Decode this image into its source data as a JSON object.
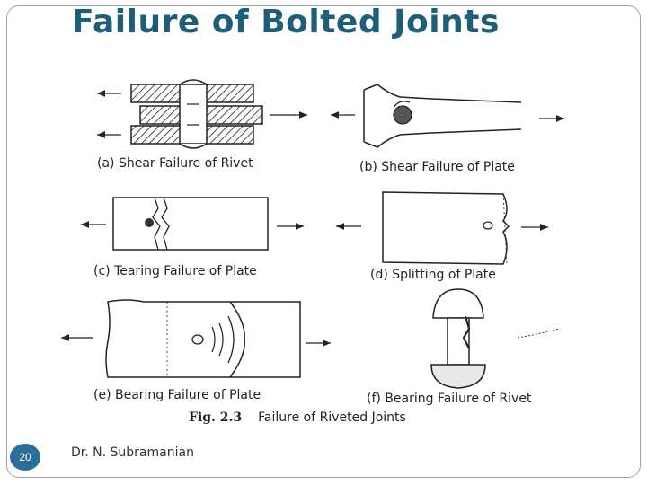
{
  "slide": {
    "title": "Failure of Bolted Joints",
    "page_number": "20",
    "author": "Dr. N. Subramanian",
    "accent_color": "#1d5f7a",
    "badge_color": "#2b6f99"
  },
  "figure": {
    "captions": {
      "a": "(a) Shear Failure of Rivet",
      "b": "(b) Shear Failure of Plate",
      "c": "(c) Tearing Failure of Plate",
      "d": "(d) Splitting of Plate",
      "e": "(e) Bearing Failure of Plate",
      "f": "(f) Bearing Failure of Rivet"
    },
    "fig_number": "Fig. 2.3",
    "fig_title": "Failure of Riveted Joints"
  }
}
